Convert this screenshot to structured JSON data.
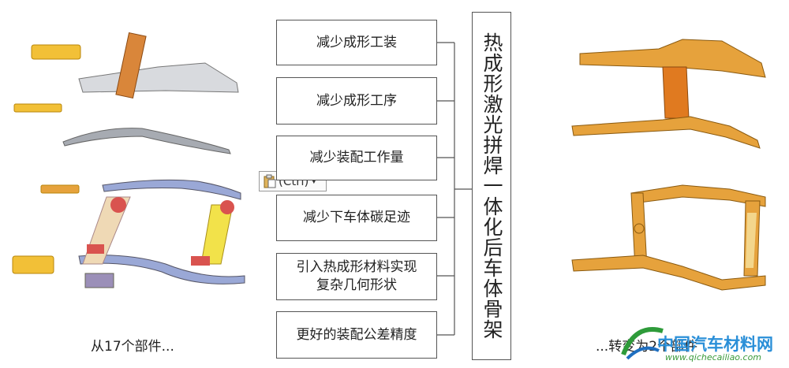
{
  "benefits": [
    "减少成形工装",
    "减少成形工序",
    "减少装配工作量",
    "减少下车体碳足迹",
    "引入热成形材料实现\n复杂几何形状",
    "更好的装配公差精度"
  ],
  "title_vertical": "热成形激光拼焊一体化后车体骨架",
  "caption_left": "从17个部件...",
  "caption_right": "...转变为2个部件",
  "paste_button": "(Ctrl)",
  "watermark": {
    "brand": "中国汽车材料网",
    "url": "www.qichecailiao.com"
  },
  "colors": {
    "orange": "#e6a23c",
    "gold": "#f2c037",
    "gray": "#b8bcc4",
    "blue": "#9aa8d6",
    "red": "#d9534f"
  }
}
